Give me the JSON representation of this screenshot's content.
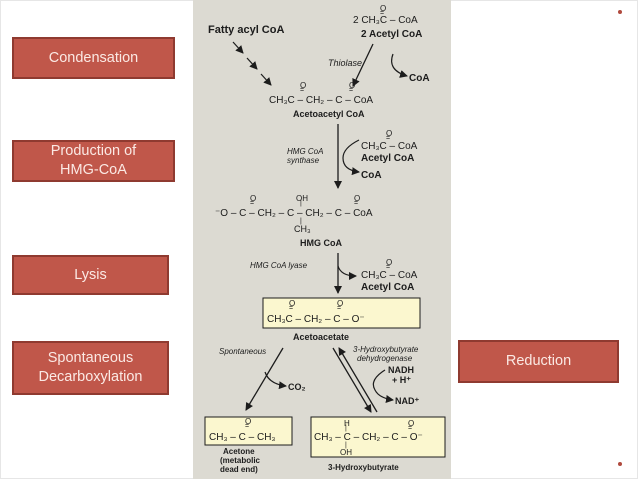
{
  "left_labels": [
    "Condensation",
    "Production of\nHMG-CoA",
    "Lysis",
    "Spontaneous\nDecarboxylation"
  ],
  "right_label": "Reduction",
  "pathway": {
    "fatty_acyl": "Fatty acyl CoA",
    "acetyl_formula": "2 CH₃C – CoA",
    "acetyl_name": "2 Acetyl CoA",
    "thiolase": "Thiolase",
    "coa": "CoA",
    "acetoacetyl_formula": "CH₃C – CH₂ – C – CoA",
    "acetoacetyl_name": "Acetoacetyl CoA",
    "hmg_synthase": "HMG CoA\nsynthase",
    "side_acetyl_formula": "CH₃C – CoA",
    "side_acetyl_name": "Acetyl CoA",
    "hmg_formula": "⁻O – C – CH₂ – C – CH₂ – C – CoA",
    "hmg_oh": "OH",
    "hmg_ch3": "CH₃",
    "hmg_name": "HMG CoA",
    "hmg_lyase": "HMG CoA lyase",
    "acetoacetate_formula": "CH₃C – CH₂ – C – O⁻",
    "acetoacetate_name": "Acetoacetate",
    "spontaneous": "Spontaneous",
    "co2": "CO₂",
    "dehydrogenase": "3-Hydroxybutyrate\ndehydrogenase",
    "nadh": "NADH\n+ H⁺",
    "nad": "NAD⁺",
    "acetone_formula": "CH₃ – C – CH₃",
    "acetone_name": "Acetone\n(metabolic\ndead end)",
    "hb_formula": "CH₃ – C – CH₂ – C – O⁻",
    "hb_h": "H",
    "hb_oh": "OH",
    "hb_name": "3-Hydroxybutyrate",
    "o": "O"
  }
}
